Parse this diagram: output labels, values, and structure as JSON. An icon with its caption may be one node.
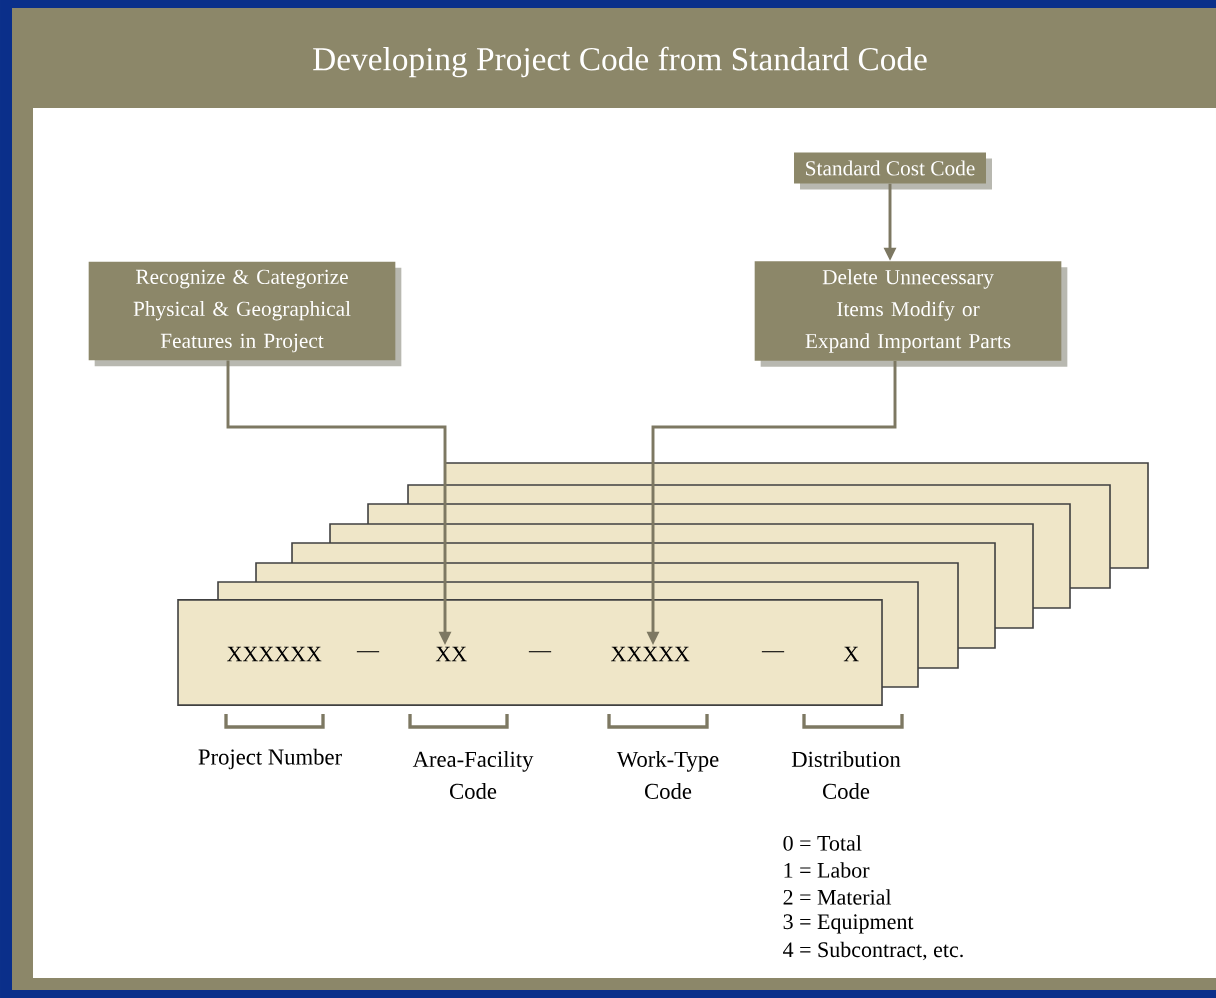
{
  "diagram": {
    "title": "Developing Project Code from Standard Code",
    "nodes": [
      {
        "text": [
          "Standard Cost Code"
        ]
      },
      {
        "text": [
          "Delete Unnecessary Items Modify or Expand Important Parts"
        ]
      },
      {
        "text": [
          "Recognize & Categorize Physical & Geographical Features in Project"
        ]
      },
      {
        "text": [],
        "shape": "box"
      },
      {
        "text": [
          "XXXXXX"
        ],
        "in": 3
      },
      {
        "text": [
          "XX"
        ],
        "in": 3
      },
      {
        "text": [
          "XXXXX"
        ],
        "in": 3
      },
      {
        "text": [
          "X"
        ],
        "in": 3
      }
    ],
    "edges": [
      {
        "from": 0,
        "to": 1,
        "arrow": "to"
      },
      {
        "from": 2,
        "to": 5,
        "arrow": "to"
      },
      {
        "from": 1,
        "to": 6,
        "arrow": "to"
      }
    ],
    "labels": [
      "—",
      "—",
      "—",
      "Project Number",
      "Area-Facility Code",
      "Work-Type Code",
      "Distribution Code",
      "0 = Total",
      "1 = Labor",
      "2 = Material",
      "3 = Equipment",
      "4 = Subcontract, etc."
    ]
  }
}
